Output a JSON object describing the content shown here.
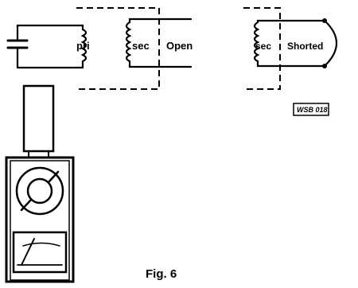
{
  "figure": {
    "caption": "Fig. 6",
    "code": "WSB 018"
  },
  "circuit_open": {
    "primary_label": "pri",
    "secondary_label": "sec",
    "state_label": "Open"
  },
  "circuit_shorted": {
    "secondary_label": "sec",
    "state_label": "Shorted"
  },
  "colors": {
    "ink": "#000000",
    "background": "#ffffff"
  }
}
